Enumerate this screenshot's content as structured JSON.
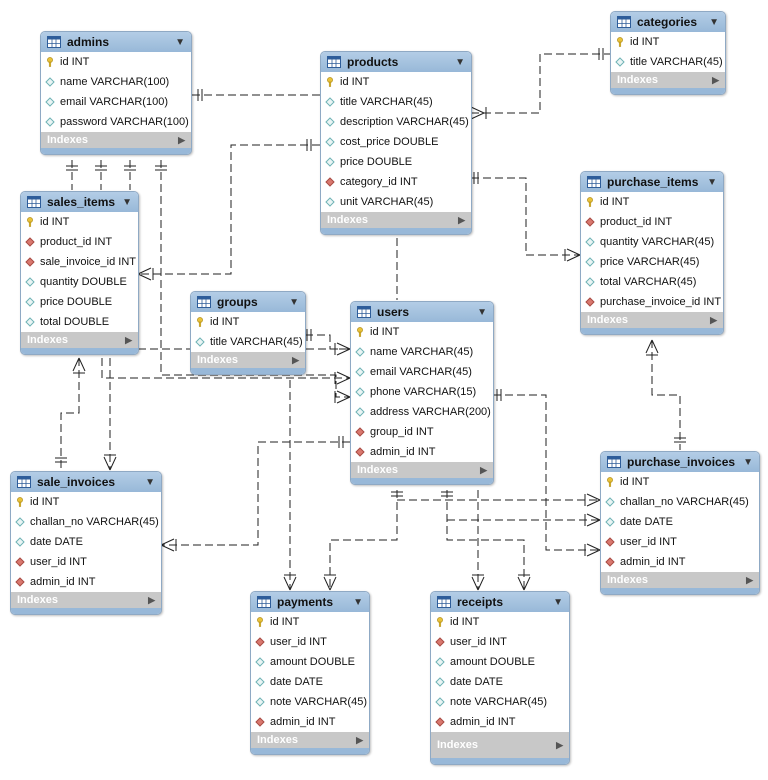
{
  "diagram": {
    "indexes_label": "Indexes",
    "tables": [
      {
        "key": "admins",
        "name": "admins",
        "columns": [
          {
            "label": "id INT",
            "kind": "pk"
          },
          {
            "label": "name VARCHAR(100)",
            "kind": "col"
          },
          {
            "label": "email VARCHAR(100)",
            "kind": "col"
          },
          {
            "label": "password VARCHAR(100)",
            "kind": "col"
          }
        ]
      },
      {
        "key": "products",
        "name": "products",
        "columns": [
          {
            "label": "id INT",
            "kind": "pk"
          },
          {
            "label": "title VARCHAR(45)",
            "kind": "col"
          },
          {
            "label": "description VARCHAR(45)",
            "kind": "col"
          },
          {
            "label": "cost_price DOUBLE",
            "kind": "col"
          },
          {
            "label": "price DOUBLE",
            "kind": "col"
          },
          {
            "label": "category_id INT",
            "kind": "fk"
          },
          {
            "label": "unit VARCHAR(45)",
            "kind": "col"
          }
        ]
      },
      {
        "key": "categories",
        "name": "categories",
        "columns": [
          {
            "label": "id INT",
            "kind": "pk"
          },
          {
            "label": "title VARCHAR(45)",
            "kind": "col"
          }
        ]
      },
      {
        "key": "sales_items",
        "name": "sales_items",
        "columns": [
          {
            "label": "id INT",
            "kind": "pk"
          },
          {
            "label": "product_id INT",
            "kind": "fk"
          },
          {
            "label": "sale_invoice_id INT",
            "kind": "fk"
          },
          {
            "label": "quantity DOUBLE",
            "kind": "col"
          },
          {
            "label": "price DOUBLE",
            "kind": "col"
          },
          {
            "label": "total DOUBLE",
            "kind": "col"
          }
        ]
      },
      {
        "key": "purchase_items",
        "name": "purchase_items",
        "columns": [
          {
            "label": "id INT",
            "kind": "pk"
          },
          {
            "label": "product_id INT",
            "kind": "fk"
          },
          {
            "label": "quantity VARCHAR(45)",
            "kind": "col"
          },
          {
            "label": "price VARCHAR(45)",
            "kind": "col"
          },
          {
            "label": "total VARCHAR(45)",
            "kind": "col"
          },
          {
            "label": "purchase_invoice_id INT",
            "kind": "fk"
          }
        ]
      },
      {
        "key": "groups",
        "name": "groups",
        "columns": [
          {
            "label": "id INT",
            "kind": "pk"
          },
          {
            "label": "title VARCHAR(45)",
            "kind": "col"
          }
        ]
      },
      {
        "key": "users",
        "name": "users",
        "columns": [
          {
            "label": "id INT",
            "kind": "pk"
          },
          {
            "label": "name VARCHAR(45)",
            "kind": "col"
          },
          {
            "label": "email VARCHAR(45)",
            "kind": "col"
          },
          {
            "label": "phone VARCHAR(15)",
            "kind": "col"
          },
          {
            "label": "address VARCHAR(200)",
            "kind": "col"
          },
          {
            "label": "group_id INT",
            "kind": "fk"
          },
          {
            "label": "admin_id INT",
            "kind": "fk"
          }
        ]
      },
      {
        "key": "purchase_invoices",
        "name": "purchase_invoices",
        "columns": [
          {
            "label": "id INT",
            "kind": "pk"
          },
          {
            "label": "challan_no VARCHAR(45)",
            "kind": "col"
          },
          {
            "label": "date DATE",
            "kind": "col"
          },
          {
            "label": "user_id INT",
            "kind": "fk"
          },
          {
            "label": "admin_id INT",
            "kind": "fk"
          }
        ]
      },
      {
        "key": "sale_invoices",
        "name": "sale_invoices",
        "columns": [
          {
            "label": "id INT",
            "kind": "pk"
          },
          {
            "label": "challan_no VARCHAR(45)",
            "kind": "col"
          },
          {
            "label": "date DATE",
            "kind": "col"
          },
          {
            "label": "user_id INT",
            "kind": "fk"
          },
          {
            "label": "admin_id INT",
            "kind": "fk"
          }
        ]
      },
      {
        "key": "payments",
        "name": "payments",
        "columns": [
          {
            "label": "id INT",
            "kind": "pk"
          },
          {
            "label": "user_id INT",
            "kind": "fk"
          },
          {
            "label": "amount DOUBLE",
            "kind": "col"
          },
          {
            "label": "date DATE",
            "kind": "col"
          },
          {
            "label": "note VARCHAR(45)",
            "kind": "col"
          },
          {
            "label": "admin_id INT",
            "kind": "fk"
          }
        ]
      },
      {
        "key": "receipts",
        "name": "receipts",
        "columns": [
          {
            "label": "id INT",
            "kind": "pk"
          },
          {
            "label": "user_id INT",
            "kind": "fk"
          },
          {
            "label": "amount DOUBLE",
            "kind": "col"
          },
          {
            "label": "date DATE",
            "kind": "col"
          },
          {
            "label": "note VARCHAR(45)",
            "kind": "col"
          },
          {
            "label": "admin_id INT",
            "kind": "fk"
          }
        ]
      }
    ],
    "relationships": [
      {
        "from": "products",
        "to": "categories",
        "type": "many-to-one"
      },
      {
        "from": "products",
        "to": "admins",
        "type": "many-to-one"
      },
      {
        "from": "sales_items",
        "to": "admins",
        "type": "many-to-one"
      },
      {
        "from": "sales_items",
        "to": "products",
        "type": "many-to-one"
      },
      {
        "from": "sales_items",
        "to": "sale_invoices",
        "type": "many-to-one"
      },
      {
        "from": "purchase_items",
        "to": "products",
        "type": "many-to-one"
      },
      {
        "from": "purchase_items",
        "to": "purchase_invoices",
        "type": "many-to-one"
      },
      {
        "from": "users",
        "to": "groups",
        "type": "many-to-one"
      },
      {
        "from": "users",
        "to": "admins",
        "type": "many-to-one"
      },
      {
        "from": "sale_invoices",
        "to": "users",
        "type": "many-to-one"
      },
      {
        "from": "sale_invoices",
        "to": "admins",
        "type": "many-to-one"
      },
      {
        "from": "purchase_invoices",
        "to": "users",
        "type": "many-to-one"
      },
      {
        "from": "purchase_invoices",
        "to": "admins",
        "type": "many-to-one"
      },
      {
        "from": "payments",
        "to": "users",
        "type": "many-to-one"
      },
      {
        "from": "payments",
        "to": "admins",
        "type": "many-to-one"
      },
      {
        "from": "receipts",
        "to": "users",
        "type": "many-to-one"
      },
      {
        "from": "receipts",
        "to": "admins",
        "type": "many-to-one"
      }
    ],
    "colors": {
      "header": "#9fbfdf",
      "header_border": "#8fa9c4",
      "indexes_bar": "#c8c8c8",
      "pk_key": "#e8c23a",
      "fk_diamond": "#d9786f",
      "col_diamond": "#6fb3b5",
      "line": "#222222"
    }
  }
}
